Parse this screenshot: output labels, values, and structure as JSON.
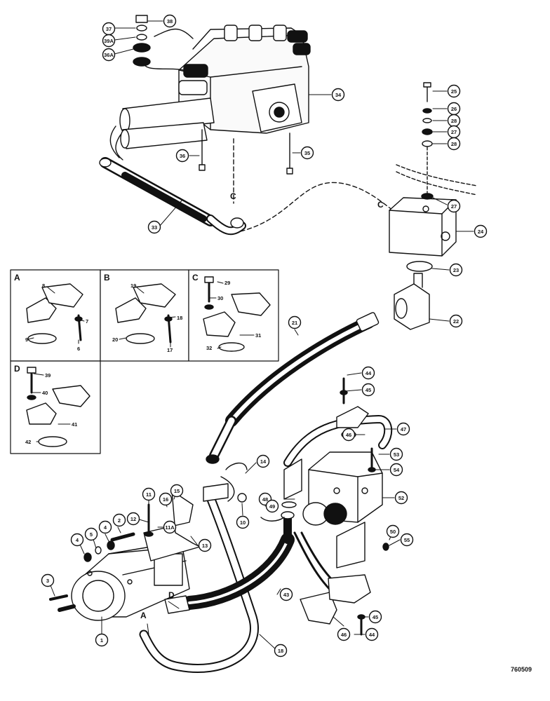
{
  "diagram": {
    "figure_code": "760509",
    "flow_letters": {
      "c_upper": "C",
      "c_right": "C",
      "a": "A",
      "d": "D"
    },
    "insets": {
      "a": {
        "letter": "A",
        "callouts": [
          "8",
          "7",
          "9",
          "6"
        ]
      },
      "b": {
        "letter": "B",
        "callouts": [
          "19",
          "18",
          "20",
          "17"
        ]
      },
      "c": {
        "letter": "C",
        "callouts": [
          "29",
          "30",
          "31",
          "32"
        ]
      },
      "d": {
        "letter": "D",
        "callouts": [
          "39",
          "40",
          "41",
          "42"
        ]
      }
    },
    "callouts": {
      "c37": "37",
      "c38": "38",
      "c39a": "39A",
      "c36a": "36A",
      "c34": "34",
      "c36": "36",
      "c35": "35",
      "c33": "33",
      "c25": "25",
      "c26a": "26",
      "c28a": "28",
      "c27a": "27",
      "c28b": "28",
      "c27b": "27",
      "c24": "24",
      "c23": "23",
      "c22": "22",
      "c21": "21",
      "c44a": "44",
      "c45a": "45",
      "c47": "47",
      "c46": "46",
      "c53": "53",
      "c54": "54",
      "c52": "52",
      "c48": "48",
      "c49": "49",
      "c50": "50",
      "c55": "55",
      "c14": "14",
      "c10": "10",
      "c11": "11",
      "c15": "15",
      "c16": "16",
      "c12": "12",
      "c11a": "11A",
      "c2": "2",
      "c4a": "4",
      "c5": "5",
      "c4b": "4",
      "c13": "13",
      "c3": "3",
      "c1": "1",
      "c43": "43",
      "c18": "18",
      "c45b": "45",
      "c46b": "46",
      "c44b": "44"
    }
  }
}
